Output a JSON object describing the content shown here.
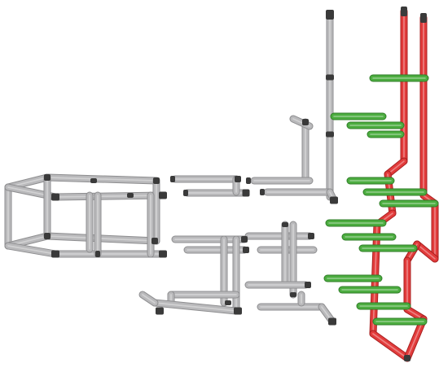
{
  "diagram": {
    "kind": "exploded view of tube frame assembly",
    "colors": {
      "grey_tube": "#b9b9bb",
      "grey_tube_edge": "#8e8e90",
      "red_tube": "#e23b3b",
      "red_tube_edge": "#a82020",
      "green_tube": "#4cad40",
      "green_tube_edge": "#2f7d27",
      "connector": "#3a3a3a",
      "background": "#ffffff"
    },
    "groups": [
      {
        "name": "cube-frame-left",
        "tube_color": "grey"
      },
      {
        "name": "bracket-top-a",
        "tube_color": "grey"
      },
      {
        "name": "upright-post-frame",
        "tube_color": "grey"
      },
      {
        "name": "bracket-bottom-a",
        "tube_color": "grey"
      },
      {
        "name": "bracket-bottom-b",
        "tube_color": "grey"
      },
      {
        "name": "ladder-rails",
        "tube_color": "red"
      },
      {
        "name": "ladder-rungs",
        "tube_color": "green"
      }
    ]
  }
}
